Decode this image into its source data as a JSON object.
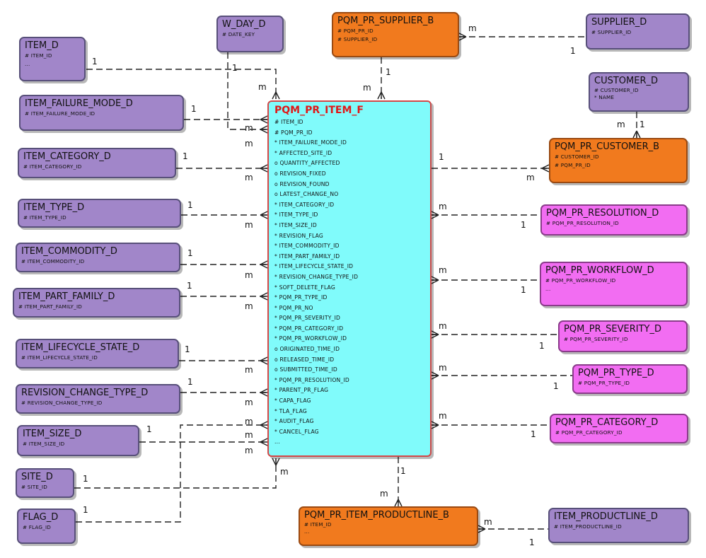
{
  "fact": {
    "name": "PQM_PR_ITEM_F",
    "attributes": [
      "# ITEM_ID",
      "# PQM_PR_ID",
      "* ITEM_FAILURE_MODE_ID",
      "* AFFECTED_SITE_ID",
      "o QUANTITY_AFFECTED",
      "o REVISION_FIXED",
      "o REVISION_FOUND",
      "o LATEST_CHANGE_NO",
      "* ITEM_CATEGORY_ID",
      "* ITEM_TYPE_ID",
      "* ITEM_SIZE_ID",
      "* REVISION_FLAG",
      "* ITEM_COMMODITY_ID",
      "* ITEM_PART_FAMILY_ID",
      "* ITEM_LIFECYCLE_STATE_ID",
      "* REVISION_CHANGE_TYPE_ID",
      "* SOFT_DELETE_FLAG",
      "* PQM_PR_TYPE_ID",
      "* PQM_PR_NO",
      "* PQM_PR_SEVERITY_ID",
      "* PQM_PR_CATEGORY_ID",
      "* PQM_PR_WORKFLOW_ID",
      "o ORIGINATED_TIME_ID",
      "o RELEASED_TIME_ID",
      "o SUBMITTED_TIME_ID",
      "* PQM_PR_RESOLUTION_ID",
      "* PARENT_PR_FLAG",
      "* CAPA_FLAG",
      "* TLA_FLAG",
      "* AUDIT_FLAG",
      "* CANCEL_FLAG",
      "..."
    ]
  },
  "entities": {
    "item_d": {
      "name": "ITEM_D",
      "attributes": [
        "# ITEM_ID",
        "..."
      ]
    },
    "w_day_d": {
      "name": "W_DAY_D",
      "attributes": [
        "# DATE_KEY"
      ]
    },
    "pqm_pr_supplier_b": {
      "name": "PQM_PR_SUPPLIER_B",
      "attributes": [
        "# PQM_PR_ID",
        "# SUPPLIER_ID"
      ]
    },
    "supplier_d": {
      "name": "SUPPLIER_D",
      "attributes": [
        "# SUPPLIER_ID"
      ]
    },
    "customer_d": {
      "name": "CUSTOMER_D",
      "attributes": [
        "# CUSTOMER_ID",
        "* NAME"
      ]
    },
    "pqm_pr_customer_b": {
      "name": "PQM_PR_CUSTOMER_B",
      "attributes": [
        "# CUSTOMER_ID",
        "# PQM_PR_ID"
      ]
    },
    "item_failure_mode_d": {
      "name": "ITEM_FAILURE_MODE_D",
      "attributes": [
        "# ITEM_FAILURE_MODE_ID"
      ]
    },
    "item_category_d": {
      "name": "ITEM_CATEGORY_D",
      "attributes": [
        "# ITEM_CATEGORY_ID"
      ]
    },
    "item_type_d": {
      "name": "ITEM_TYPE_D",
      "attributes": [
        "# ITEM_TYPE_ID"
      ]
    },
    "item_commodity_d": {
      "name": "ITEM_COMMODITY_D",
      "attributes": [
        "# ITEM_COMMODITY_ID"
      ]
    },
    "item_part_family_d": {
      "name": "ITEM_PART_FAMILY_D",
      "attributes": [
        "# ITEM_PART_FAMILY_ID"
      ]
    },
    "item_lifecycle_state_d": {
      "name": "ITEM_LIFECYCLE_STATE_D",
      "attributes": [
        "# ITEM_LIFECYCLE_STATE_ID"
      ]
    },
    "revision_change_type_d": {
      "name": "REVISION_CHANGE_TYPE_D",
      "attributes": [
        "# REVISION_CHANGE_TYPE_ID"
      ]
    },
    "item_size_d": {
      "name": "ITEM_SIZE_D",
      "attributes": [
        "# ITEM_SIZE_ID"
      ]
    },
    "site_d": {
      "name": "SITE_D",
      "attributes": [
        "# SITE_ID"
      ]
    },
    "flag_d": {
      "name": "FLAG_D",
      "attributes": [
        "# FLAG_ID"
      ]
    },
    "pqm_pr_resolution_d": {
      "name": "PQM_PR_RESOLUTION_D",
      "attributes": [
        "# PQM_PR_RESOLUTION_ID"
      ]
    },
    "pqm_pr_workflow_d": {
      "name": "PQM_PR_WORKFLOW_D",
      "attributes": [
        "# PQM_PR_WORKFLOW_ID",
        "..."
      ]
    },
    "pqm_pr_severity_d": {
      "name": "PQM_PR_SEVERITY_D",
      "attributes": [
        "# PQM_PR_SEVERITY_ID"
      ]
    },
    "pqm_pr_type_d": {
      "name": "PQM_PR_TYPE_D",
      "attributes": [
        "# PQM_PR_TYPE_ID"
      ]
    },
    "pqm_pr_category_d": {
      "name": "PQM_PR_CATEGORY_D",
      "attributes": [
        "# PQM_PR_CATEGORY_ID"
      ]
    },
    "pqm_pr_item_productline_b": {
      "name": "PQM_PR_ITEM_PRODUCTLINE_B",
      "attributes": [
        "# ITEM_ID",
        "..."
      ]
    },
    "item_productline_d": {
      "name": "ITEM_PRODUCTLINE_D",
      "attributes": [
        "# ITEM_PRODUCTLINE_ID"
      ]
    }
  },
  "cardinality": {
    "one": "1",
    "many": "m"
  },
  "colors": {
    "dimension": "#a186c9",
    "bridge": "#f17a1e",
    "lookup": "#f26df2",
    "fact_fill": "#80fbfb",
    "fact_border": "#d24848",
    "fact_title": "#e01818",
    "line": "#222222"
  }
}
